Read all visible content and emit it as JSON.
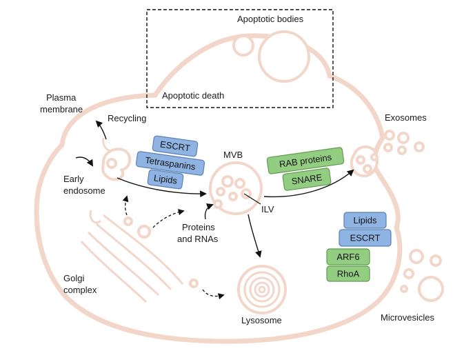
{
  "labels": {
    "apoptotic_bodies": "Apoptotic bodies",
    "apoptotic_death": "Apoptotic death",
    "plasma_membrane_line1": "Plasma",
    "plasma_membrane_line2": "membrane",
    "recycling": "Recycling",
    "early_endosome_line1": "Early",
    "early_endosome_line2": "endosome",
    "mvb": "MVB",
    "ilv": "ILV",
    "proteins_line1": "Proteins",
    "proteins_line2": "and RNAs",
    "golgi_line1": "Golgi",
    "golgi_line2": "complex",
    "lysosome": "Lysosome",
    "exosomes": "Exosomes",
    "microvesicles": "Microvesicles"
  },
  "boxes": {
    "escrt_1": "ESCRT",
    "tetraspanins": "Tetraspanins",
    "lipids_1": "Lipids",
    "rab_proteins": "RAB proteins",
    "snare": "SNARE",
    "lipids_2": "Lipids",
    "escrt_2": "ESCRT",
    "arf6": "ARF6",
    "rhoa": "RhoA"
  },
  "colors": {
    "membrane": "#f2d6c9",
    "blue_box_fill": "#8fb4e3",
    "blue_box_stroke": "#5a7fb5",
    "green_box_fill": "#93cd82",
    "green_box_stroke": "#5f9a4f",
    "text": "#1a1a1a"
  }
}
